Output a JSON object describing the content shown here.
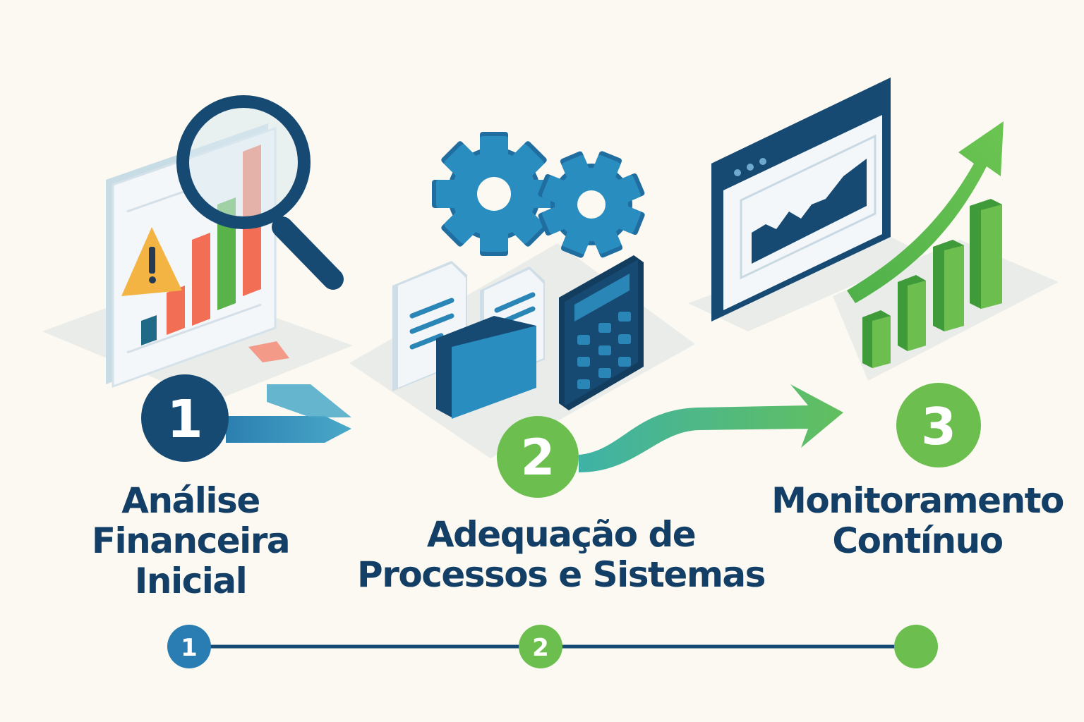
{
  "steps": [
    {
      "number": "1",
      "title_lines": [
        "Análise",
        "Financeira",
        "Inicial"
      ]
    },
    {
      "number": "2",
      "title_lines": [
        "Adequação de",
        "Processos e Sistemas"
      ]
    },
    {
      "number": "3",
      "title_lines": [
        "Monitoramento",
        "Contínuo"
      ]
    }
  ],
  "timeline": {
    "dots": [
      "1",
      "2",
      ""
    ]
  },
  "colors": {
    "navy": "#174a72",
    "blue": "#2a86b6",
    "green": "#6cbf4f",
    "dark_green": "#3f9a3a",
    "orange": "#f26f55",
    "warning_yellow": "#f4b443",
    "background": "#fbf9f1",
    "text": "#133f66"
  },
  "icons": [
    "chart-report-icon",
    "magnifier-icon",
    "warning-icon",
    "gear-icon",
    "document-icon",
    "folder-icon",
    "calculator-icon",
    "browser-chart-icon",
    "growth-chart-icon",
    "growth-arrow-icon"
  ]
}
